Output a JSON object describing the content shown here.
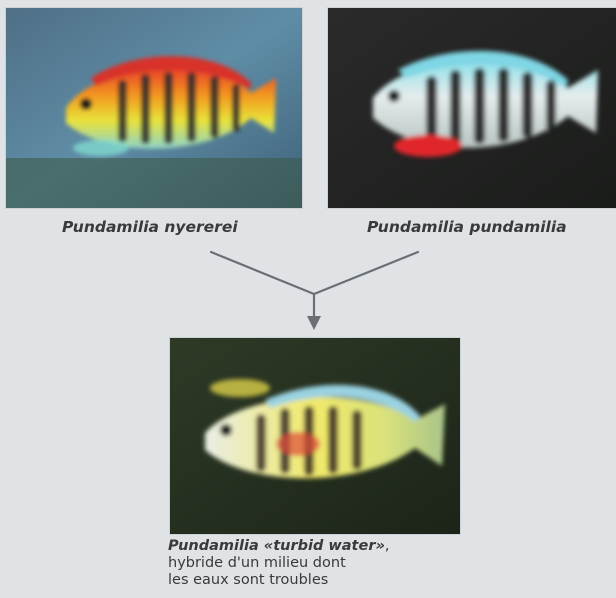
{
  "parents": [
    {
      "name": "Pundamilia nyererei"
    },
    {
      "name": "Pundamilia pundamilia"
    }
  ],
  "hybrid": {
    "name": "Pundamilia «turbid water»",
    "name_suffix": ",",
    "description_lines": [
      "hybride d'un milieu dont",
      "les eaux sont troubles"
    ]
  },
  "icons": [
    "fish-photo-nyererei",
    "fish-photo-pundamilia",
    "fish-photo-hybrid",
    "merge-arrow-icon"
  ],
  "colors": {
    "background": "#dfe3e6",
    "caption_text": "#3a3a3a",
    "arrow": "#6b6f73"
  }
}
